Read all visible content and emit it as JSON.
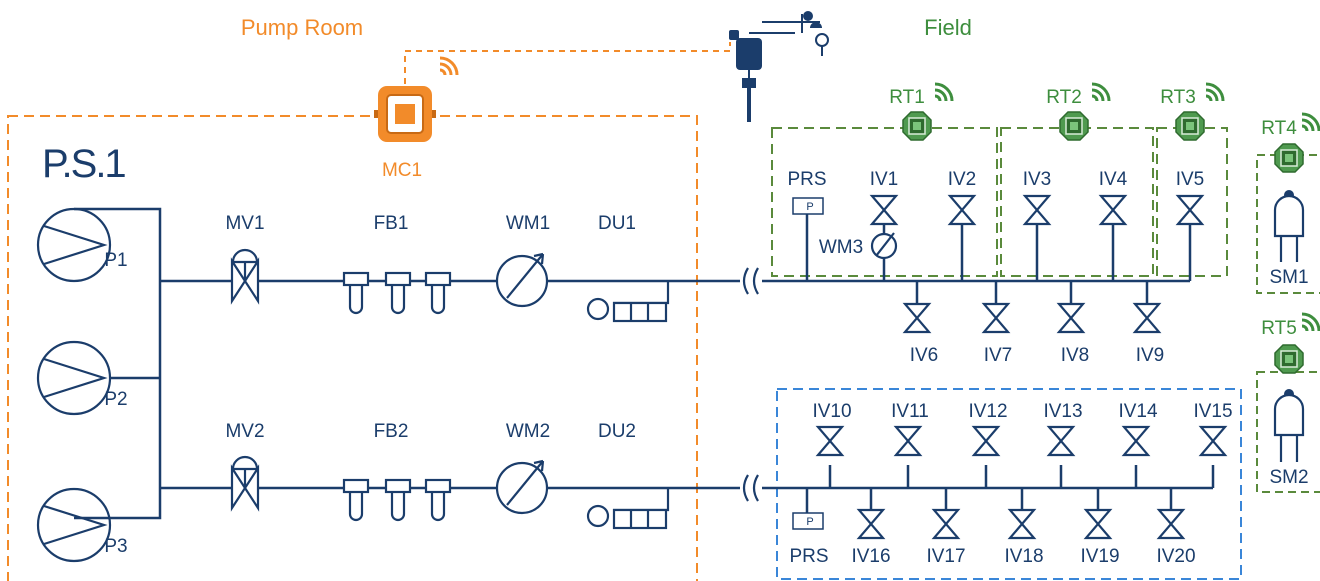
{
  "zones": {
    "pump_room": "Pump Room",
    "field": "Field",
    "station": "P.S.1"
  },
  "controller": "MC1",
  "pumps": [
    "P1",
    "P2",
    "P3"
  ],
  "line1": {
    "valve": "MV1",
    "filter": "FB1",
    "meter": "WM1",
    "dosing": "DU1"
  },
  "line2": {
    "valve": "MV2",
    "filter": "FB2",
    "meter": "WM2",
    "dosing": "DU2"
  },
  "field1": {
    "prs": "PRS",
    "prs_symbol": "P",
    "meter": "WM3",
    "top_valves": [
      "IV1",
      "IV2",
      "IV3",
      "IV4",
      "IV5"
    ],
    "bottom_valves": [
      "IV6",
      "IV7",
      "IV8",
      "IV9"
    ],
    "rtus": [
      "RT1",
      "RT2",
      "RT3"
    ]
  },
  "field2": {
    "prs": "PRS",
    "prs_symbol": "P",
    "top_valves": [
      "IV10",
      "IV11",
      "IV12",
      "IV13",
      "IV14",
      "IV15"
    ],
    "bottom_valves": [
      "IV16",
      "IV17",
      "IV18",
      "IV19",
      "IV20"
    ]
  },
  "sensors": [
    {
      "rtu": "RT4",
      "sensor": "SM1"
    },
    {
      "rtu": "RT5",
      "sensor": "SM2"
    }
  ],
  "colors": {
    "pipe": "#1b3d6b",
    "pump_room": "#f28b2a",
    "field_group": "#5a8a3c",
    "field_group2": "#3a86d8",
    "rtu": "#3e8e3e"
  }
}
